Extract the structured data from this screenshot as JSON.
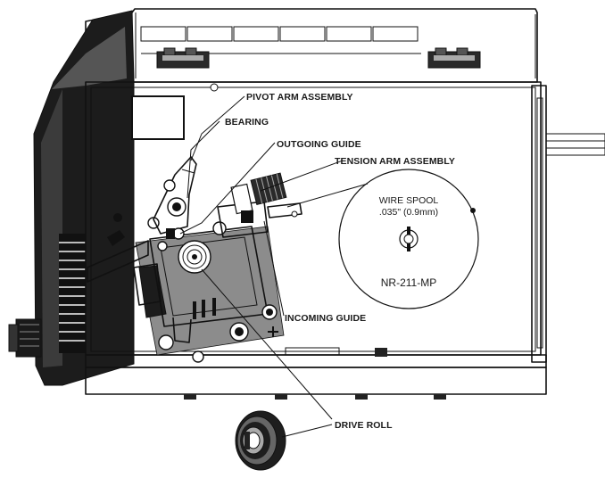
{
  "labels": {
    "pivot_arm": "PIVOT ARM ASSEMBLY",
    "bearing": "BEARING",
    "outgoing_guide": "OUTGOING GUIDE",
    "tension_arm": "TENSION ARM ASSEMBLY",
    "incoming_guide": "INCOMING GUIDE",
    "drive_roll": "DRIVE ROLL"
  },
  "spool": {
    "title": "WIRE SPOOL",
    "size": ".035\" (0.9mm)",
    "model": "NR-211-MP"
  }
}
